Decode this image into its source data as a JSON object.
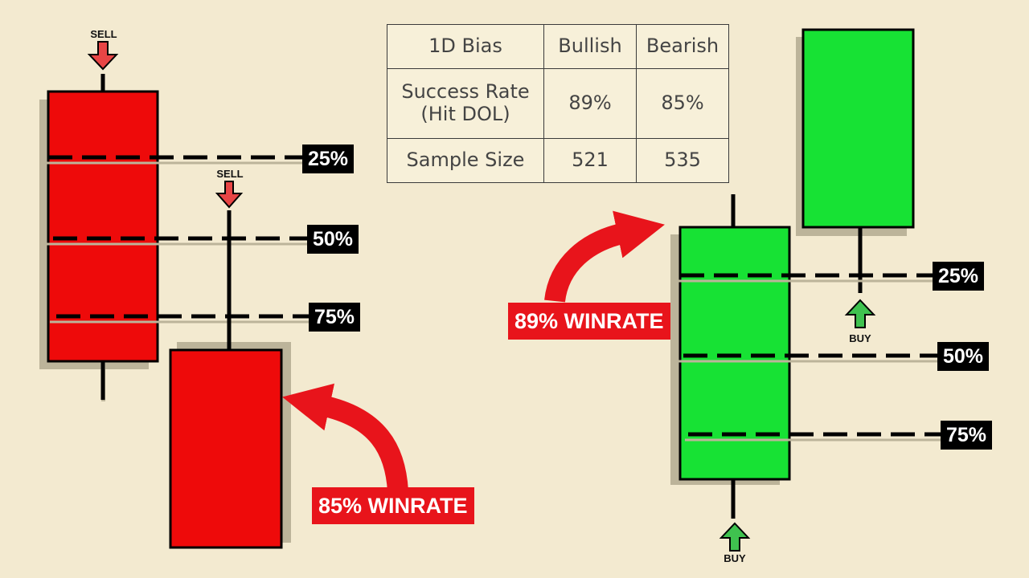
{
  "table": {
    "header": [
      "1D Bias",
      "Bullish",
      "Bearish"
    ],
    "rows": [
      {
        "label": "Success Rate\n(Hit DOL)",
        "bullish": "89%",
        "bearish": "85%"
      },
      {
        "label": "Sample Size",
        "bullish": "521",
        "bearish": "535"
      }
    ]
  },
  "levels": {
    "l25": "25%",
    "l50": "50%",
    "l75": "75%"
  },
  "signals": {
    "sell": "SELL",
    "buy": "BUY"
  },
  "winrates": {
    "bearish": "85% WINRATE",
    "bullish": "89% WINRATE"
  },
  "colors": {
    "background": "#f3ead0",
    "bearish_candle": "#ee0a0a",
    "bullish_candle": "#17e234",
    "sell_arrow": "#e84545",
    "buy_arrow": "#3fc24f",
    "winrate_label": "#e8141b",
    "shadow": "#bcb49a"
  }
}
